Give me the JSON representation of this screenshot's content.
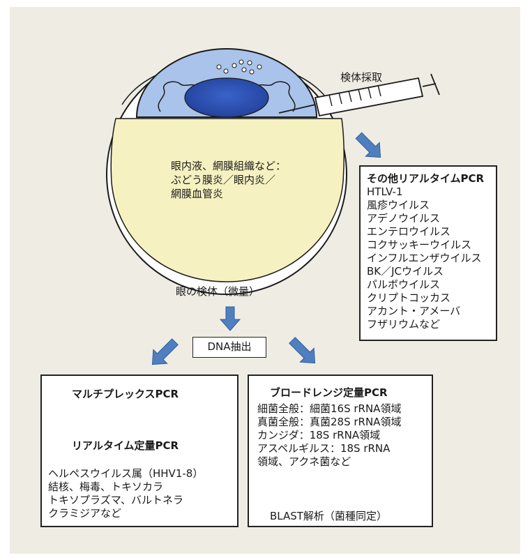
{
  "sample_collection_label": "検体採取",
  "fluid_label_lines": [
    "眼内液、網膜組織など：",
    "ぶどう膜炎／眼内炎／",
    "網膜血管炎"
  ],
  "eye_sample_label": "眼の検体（微量）",
  "dna_extraction_label": "DNA抽出",
  "other_realtime_box": {
    "title": "その他リアルタイムPCR",
    "items": [
      "HTLV-1",
      "風疹ウイルス",
      "アデノウイルス",
      "エンテロウイルス",
      "コクサッキーウイルス",
      "インフルエンザウイルス",
      "BK／JCウイルス",
      "パルボウイルス",
      "クリプトコッカス",
      "アカント・アメーバ",
      "フザリウムなど"
    ]
  },
  "multiplex_box": {
    "title": "マルチプレックスPCR",
    "subtitle": "リアルタイム定量PCR",
    "items": [
      "ヘルペスウイルス属（HHV1-8）",
      "結核、梅毒、トキソカラ",
      "トキソプラズマ、バルトネラ",
      "クラミジアなど"
    ]
  },
  "broadrange_box": {
    "title": "ブロードレンジ定量PCR",
    "items": [
      "細菌全般：細菌16S rRNA領域",
      "真菌全般：真菌28S rRNA領域",
      "カンジダ：18S rRNA領域",
      "アスペルギルス：18S rRNA",
      "領域、アクネ菌など"
    ],
    "result": "BLAST解析（菌種同定）"
  },
  "colors": {
    "background": "#efece4",
    "arrow": "#4f7fbf",
    "eye_fluid": "#f6f1c1",
    "cornea": "#a9c3ea",
    "lens": "#2e52b3"
  }
}
